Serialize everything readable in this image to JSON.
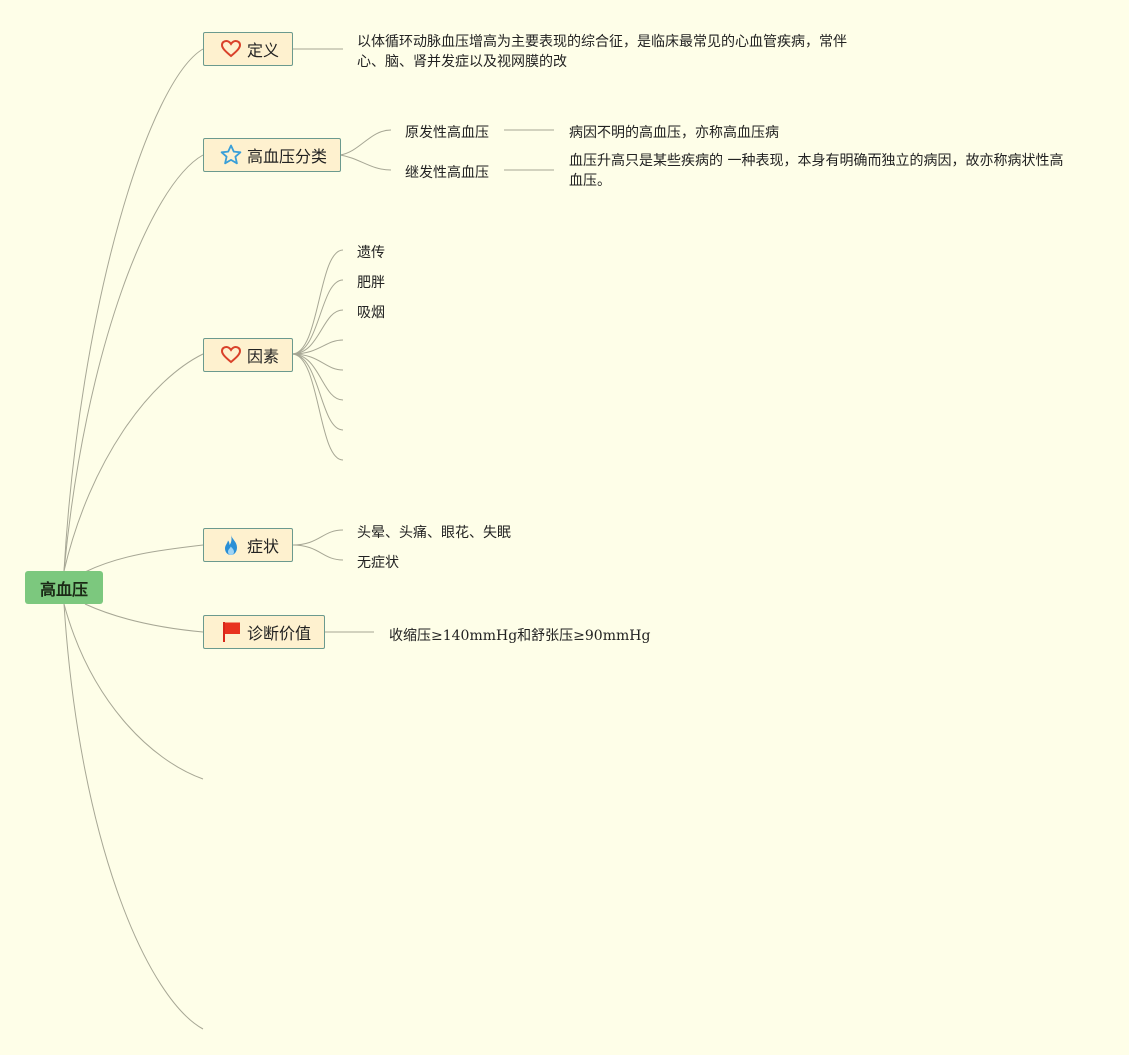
{
  "root": {
    "label": "高血压"
  },
  "definition": {
    "label": "定义",
    "icon": "heart-icon",
    "text": "以体循环动脉血压增高为主要表现的综合征，是临床最常见的心血管疾病，常伴心、脑、肾并发症以及视网膜的改"
  },
  "classification": {
    "label": "高血压分类",
    "icon": "star-icon",
    "items": [
      {
        "label": "原发性高血压",
        "desc": "病因不明的高血压，亦称高血压病"
      },
      {
        "label": "继发性高血压",
        "desc": "血压升高只是某些疾病的 一种表现，本身有明确而独立的病因，故亦称病状性高血压。"
      }
    ]
  },
  "factors": {
    "label": "因素",
    "icon": "heart-icon",
    "items": [
      "遗传",
      "肥胖",
      "吸烟",
      "",
      "",
      "",
      "",
      ""
    ]
  },
  "symptoms": {
    "label": "症状",
    "icon": "flame-icon",
    "items": [
      "头晕、头痛、眼花、失眠",
      "无症状"
    ]
  },
  "diagnosis": {
    "label": "诊断价值",
    "icon": "flag-icon",
    "criteria": "收缩压≥140mmHg和舒张压≥90mmHg"
  },
  "colors": {
    "background": "#fefee8",
    "root": "#7cc87e",
    "topic": "#fef1cf",
    "line": "#a7a795"
  }
}
